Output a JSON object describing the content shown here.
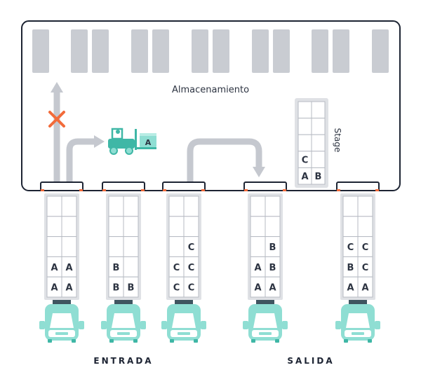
{
  "warehouse": {
    "label": "Almacenamiento",
    "stage_label": "Stage",
    "stage_grid": [
      [
        "",
        ""
      ],
      [
        "",
        ""
      ],
      [
        "",
        ""
      ],
      [
        "C",
        ""
      ],
      [
        "A",
        "B"
      ]
    ]
  },
  "forklift": {
    "icon": "forklift-icon",
    "load_label": "A"
  },
  "flows": {
    "blocked_icon": "x-mark-icon"
  },
  "trucks": [
    {
      "cells": [
        [
          "",
          ""
        ],
        [
          "",
          ""
        ],
        [
          "",
          ""
        ],
        [
          "A",
          "A"
        ],
        [
          "A",
          "A"
        ]
      ]
    },
    {
      "cells": [
        [
          "",
          ""
        ],
        [
          "",
          ""
        ],
        [
          "",
          ""
        ],
        [
          "B",
          ""
        ],
        [
          "B",
          "B"
        ]
      ]
    },
    {
      "cells": [
        [
          "",
          ""
        ],
        [
          "",
          ""
        ],
        [
          "",
          "C"
        ],
        [
          "C",
          "C"
        ],
        [
          "C",
          "C"
        ]
      ]
    },
    {
      "cells": [
        [
          "",
          ""
        ],
        [
          "",
          ""
        ],
        [
          "",
          "B"
        ],
        [
          "A",
          "B"
        ],
        [
          "A",
          "A"
        ]
      ]
    },
    {
      "cells": [
        [
          "",
          ""
        ],
        [
          "",
          ""
        ],
        [
          "C",
          "C"
        ],
        [
          "B",
          "C"
        ],
        [
          "A",
          "A"
        ]
      ]
    }
  ],
  "sections": {
    "inbound": "ENTRADA",
    "outbound": "SALIDA"
  },
  "colors": {
    "outline": "#1d2433",
    "rack": "#c9ccd2",
    "arrow": "#c5c8cf",
    "teal": "#8fded3",
    "teal_dark": "#3fb7a6",
    "dock_accent": "#f26b3a",
    "blocked": "#f26b3a",
    "label": "#2d3442"
  }
}
